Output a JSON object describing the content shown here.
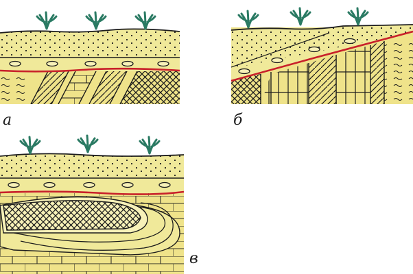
{
  "panels": [
    {
      "id": "a",
      "label": "а"
    },
    {
      "id": "b",
      "label": "б"
    },
    {
      "id": "c",
      "label": "в"
    }
  ],
  "colors": {
    "soil": "#f0e99a",
    "rock": "#efe38a",
    "line": "#1c1c1c",
    "unconformity": "#c8202a",
    "plant": "#2a7a63"
  }
}
